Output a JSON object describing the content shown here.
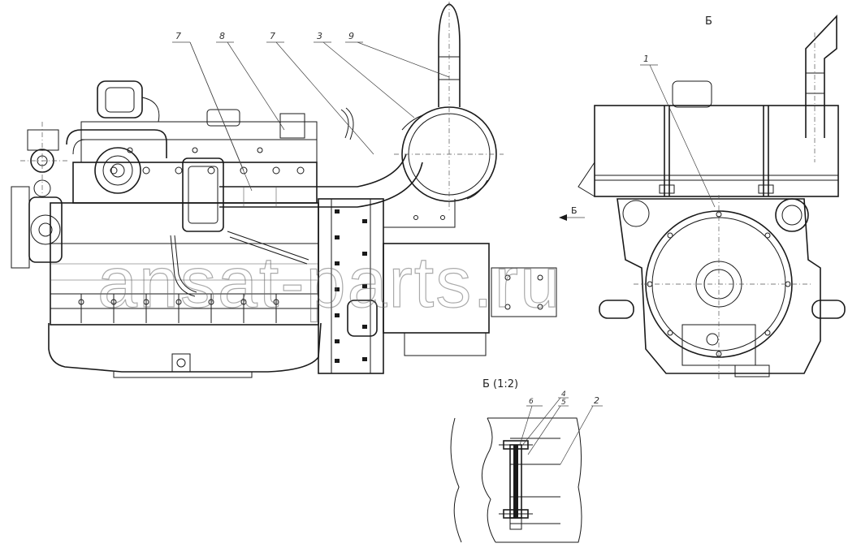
{
  "callouts": {
    "c7a": "7",
    "c8": "8",
    "c7b": "7",
    "c3": "3",
    "c9": "9",
    "c1": "1",
    "c6": "6",
    "c4": "4",
    "c5": "5",
    "c2": "2"
  },
  "view_labels": {
    "view_b_top": "Б",
    "view_b_arrow": "Б",
    "detail_b": "Б  (1:2)"
  },
  "watermark": "ansat-parts.ru"
}
